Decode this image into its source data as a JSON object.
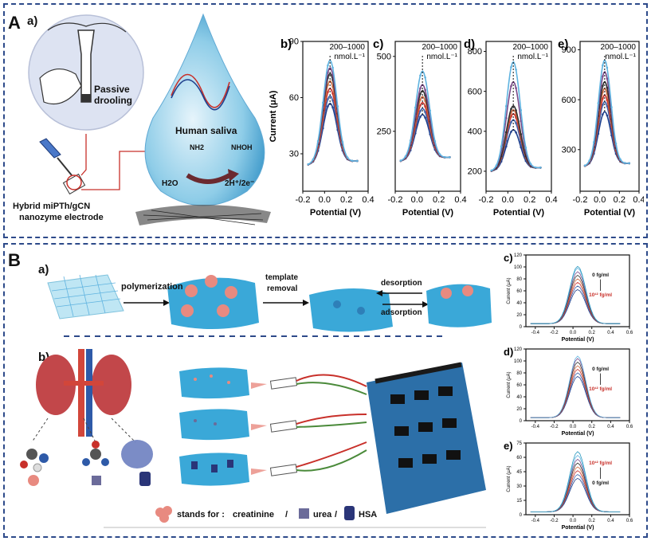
{
  "panel_a": {
    "letter": "A",
    "sub_a": "a)",
    "drool_label": "Passive drooling",
    "saliva_label": "Human saliva",
    "h2o": "H2O",
    "reaction": "2H⁺/2e⁻",
    "nh2": "NH2",
    "nhoh": "NHOH",
    "electrode_label_1": "Hybrid miPTh/gCN",
    "electrode_label_2": "nanozyme electrode"
  },
  "panel_b": {
    "letter": "B",
    "sub_a": "a)",
    "sub_b": "b)",
    "polymerization": "polymerization",
    "template_1": "template",
    "template_2": "removal",
    "desorption": "desorption",
    "adsorption": "adsorption",
    "stands_for": "stands for :",
    "creatinine": "creatinine",
    "urea": "urea",
    "hsa": "HSA"
  },
  "chart_data": [
    {
      "id": "b",
      "type": "line",
      "panel_label": "b)",
      "annotation_1": "200–1000",
      "annotation_2": "nmol.L⁻¹",
      "xlabel": "Potential (V)",
      "ylabel": "Current (μA)",
      "xlim": [
        -0.2,
        0.4
      ],
      "ylim": [
        10,
        90
      ],
      "xticks": [
        "-0.2",
        "0.0",
        "0.2",
        "0.4"
      ],
      "yticks": [
        "30",
        "60",
        "90"
      ],
      "peaks": [
        56,
        60,
        64,
        68,
        72,
        75,
        79
      ],
      "baseline": 24
    },
    {
      "id": "c",
      "type": "line",
      "panel_label": "c)",
      "annotation_1": "200–1000",
      "annotation_2": "nmol.L⁻¹",
      "xlabel": "Potential (V)",
      "ylabel": "",
      "xlim": [
        -0.2,
        0.4
      ],
      "ylim": [
        50,
        550
      ],
      "xticks": [
        "-0.2",
        "0.0",
        "0.2",
        "0.4"
      ],
      "yticks": [
        "250",
        "500"
      ],
      "peaks": [
        300,
        320,
        340,
        360,
        380,
        400,
        445
      ],
      "baseline": 150
    },
    {
      "id": "d",
      "type": "line",
      "panel_label": "d)",
      "annotation_1": "200–1000",
      "annotation_2": "nmol.L⁻¹",
      "xlabel": "Potential (V)",
      "ylabel": "",
      "xlim": [
        -0.2,
        0.4
      ],
      "ylim": [
        100,
        850
      ],
      "xticks": [
        "-0.2",
        "0.0",
        "0.2",
        "0.4"
      ],
      "yticks": [
        "200",
        "400",
        "600",
        "800"
      ],
      "peaks": [
        400,
        450,
        480,
        500,
        520,
        640,
        740
      ],
      "baseline": 200
    },
    {
      "id": "e",
      "type": "line",
      "panel_label": "e)",
      "annotation_1": "200–1000",
      "annotation_2": "nmol.L⁻¹",
      "xlabel": "Potential (V)",
      "ylabel": "",
      "xlim": [
        -0.2,
        0.4
      ],
      "ylim": [
        50,
        950
      ],
      "xticks": [
        "-0.2",
        "0.0",
        "0.2",
        "0.4"
      ],
      "yticks": [
        "300",
        "600",
        "900"
      ],
      "peaks": [
        520,
        580,
        620,
        660,
        700,
        760,
        830
      ],
      "baseline": 200
    },
    {
      "id": "Bc",
      "type": "line",
      "panel_label": "c)",
      "annotation_top": "0 fg/ml",
      "annotation_bottom": "10¹² fg/ml",
      "xlabel": "Potential (V)",
      "ylabel": "Current (μA)",
      "xlim": [
        -0.5,
        0.6
      ],
      "ylim": [
        0,
        120
      ],
      "xticks": [
        "-0.4",
        "-0.2",
        "0.0",
        "0.2",
        "0.4",
        "0.6"
      ],
      "yticks": [
        "0",
        "20",
        "40",
        "60",
        "80",
        "100",
        "120"
      ],
      "peaks": [
        62,
        68,
        74,
        80,
        86,
        92,
        98,
        101
      ],
      "baseline": 5
    },
    {
      "id": "Bd",
      "type": "line",
      "panel_label": "d)",
      "annotation_top": "0 fg/ml",
      "annotation_bottom": "10¹² fg/ml",
      "xlabel": "Potential (V)",
      "ylabel": "Current (μA)",
      "xlim": [
        -0.5,
        0.6
      ],
      "ylim": [
        0,
        120
      ],
      "xticks": [
        "-0.4",
        "-0.2",
        "0.0",
        "0.2",
        "0.4",
        "0.6"
      ],
      "yticks": [
        "0",
        "20",
        "40",
        "60",
        "80",
        "100",
        "120"
      ],
      "peaks": [
        74,
        80,
        86,
        92,
        98,
        104,
        108
      ],
      "baseline": 5
    },
    {
      "id": "Be",
      "type": "line",
      "panel_label": "e)",
      "annotation_top": "10¹² fg/ml",
      "annotation_bottom": "0 fg/ml",
      "xlabel": "Potential (V)",
      "ylabel": "Current (μA)",
      "xlim": [
        -0.5,
        0.6
      ],
      "ylim": [
        0,
        75
      ],
      "xticks": [
        "-0.4",
        "-0.2",
        "0.0",
        "0.2",
        "0.4",
        "0.6"
      ],
      "yticks": [
        "0",
        "15",
        "30",
        "45",
        "60",
        "75"
      ],
      "peaks": [
        38,
        42,
        46,
        50,
        54,
        58,
        62,
        66
      ],
      "baseline": 3
    }
  ],
  "colors": {
    "panel_border": "#2d4a8a",
    "blue_dark": "#1f3f8c",
    "red": "#c8302a",
    "light_blue": "#5fb3e0"
  }
}
